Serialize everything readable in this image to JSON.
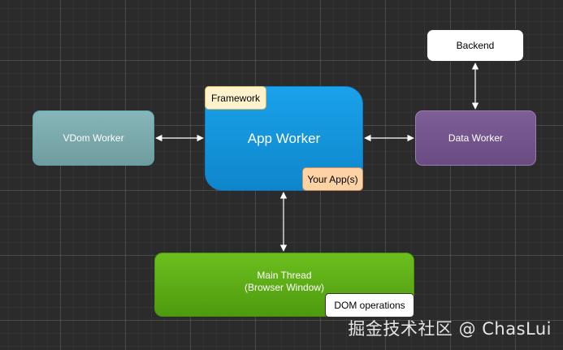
{
  "nodes": {
    "backend": "Backend",
    "vdom_worker": "VDom Worker",
    "app_worker": "App Worker",
    "data_worker": "Data Worker",
    "main_thread_line1": "Main Thread",
    "main_thread_line2": "(Browser Window)"
  },
  "tags": {
    "framework": "Framework",
    "your_apps": "Your App(s)",
    "dom_operations": "DOM operations"
  },
  "watermark": "掘金技术社区 @ ChasLui",
  "colors": {
    "vdom_worker": "#7fadb0",
    "app_worker": "#1597dd",
    "data_worker": "#76578d",
    "main_thread": "#5eae17",
    "framework_tag": "#fff2cc",
    "your_apps_tag": "#fdd3a6",
    "connector": "#ffffff"
  }
}
